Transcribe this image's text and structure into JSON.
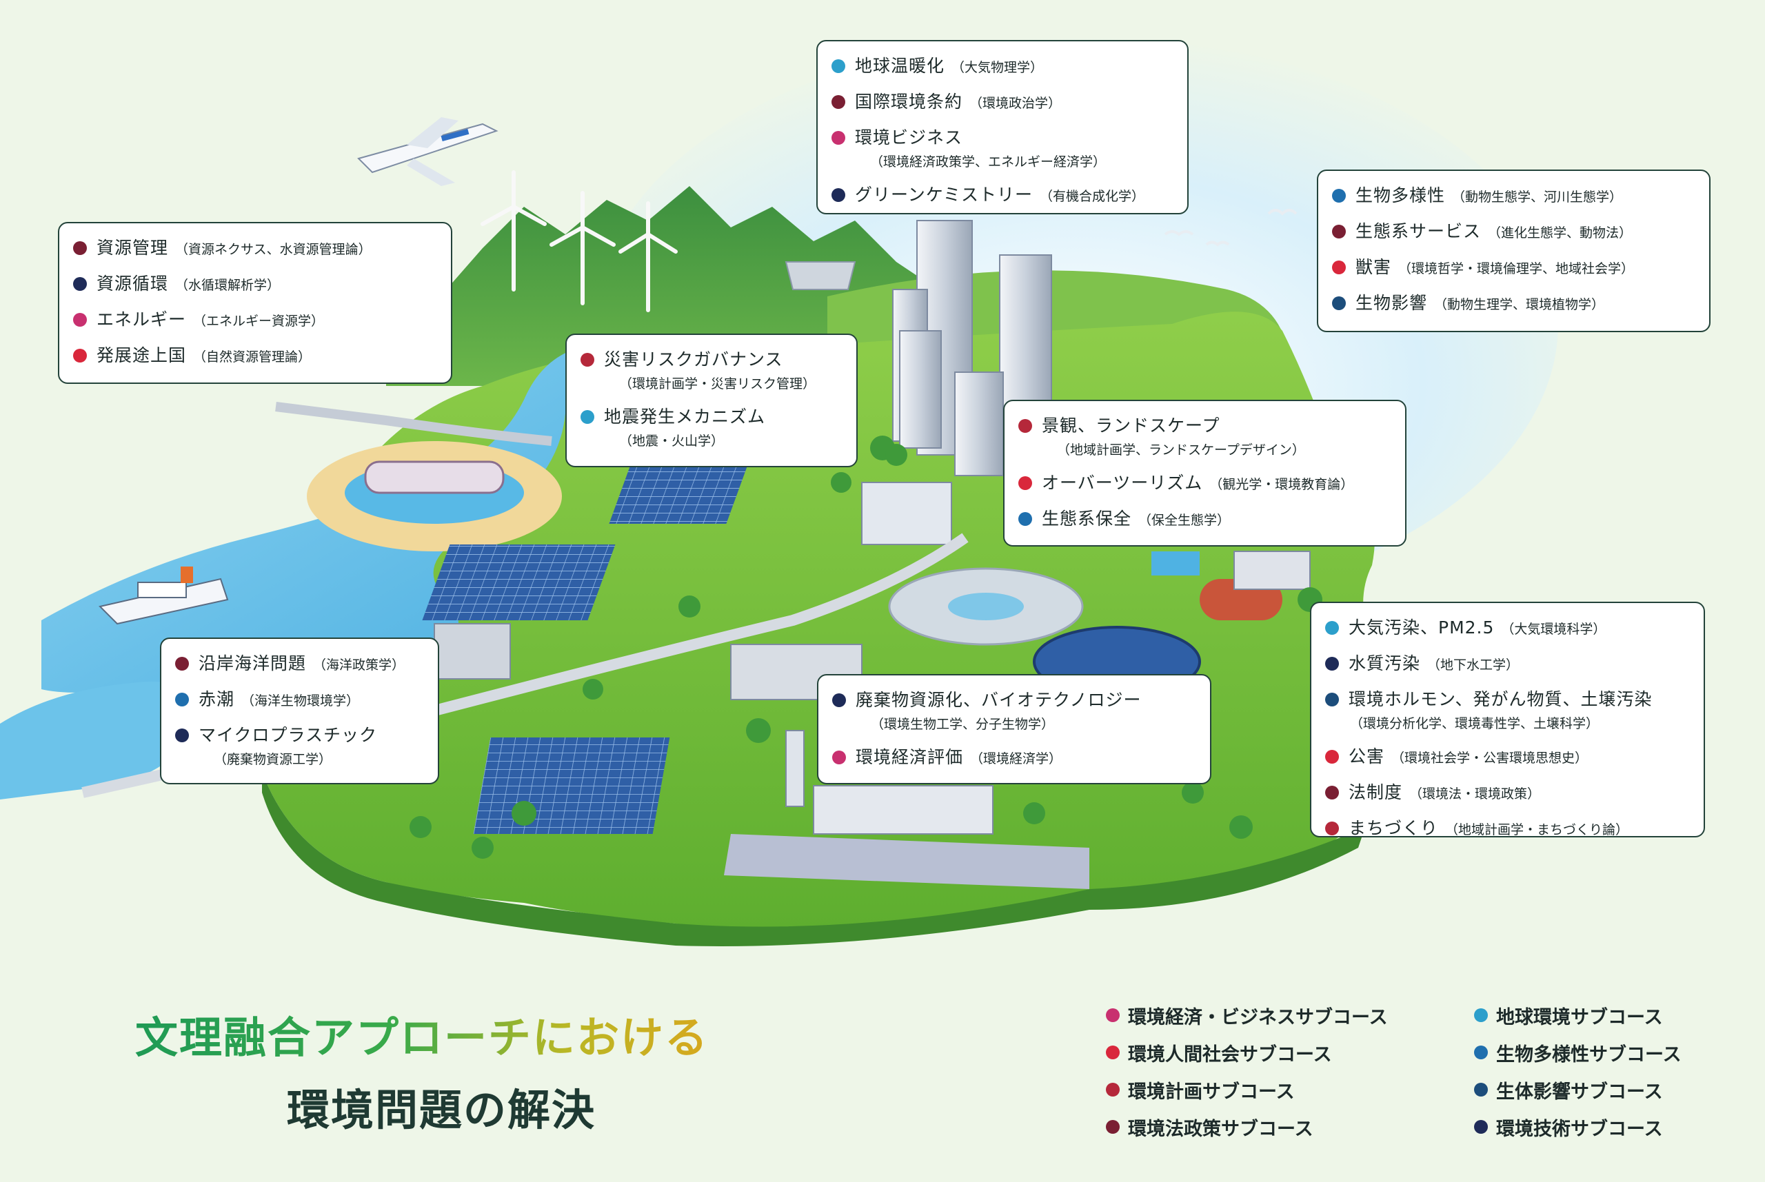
{
  "colors": {
    "economy_business": "#c8306f",
    "human_society": "#d9273b",
    "planning": "#b5283a",
    "law_policy": "#7a1f33",
    "global_environment": "#2c9fcb",
    "biodiversity": "#1f6fae",
    "bio_impact": "#1c4d7b",
    "technology": "#1e2b58"
  },
  "callouts": {
    "global": {
      "items": [
        {
          "topic": "地球温暖化",
          "field": "（大気物理学）",
          "color": "#2c9fcb"
        },
        {
          "topic": "国際環境条約",
          "field": "（環境政治学）",
          "color": "#7a1f33"
        },
        {
          "topic": "環境ビジネス",
          "field": "（環境経済政策学、エネルギー経済学）",
          "color": "#c8306f"
        },
        {
          "topic": "グリーンケミストリー",
          "field": "（有機合成化学）",
          "color": "#1e2b58"
        }
      ]
    },
    "resources": {
      "items": [
        {
          "topic": "資源管理",
          "field": "（資源ネクサス、水資源管理論）",
          "color": "#7a1f33"
        },
        {
          "topic": "資源循環",
          "field": "（水循環解析学）",
          "color": "#1e2b58"
        },
        {
          "topic": "エネルギー",
          "field": "（エネルギー資源学）",
          "color": "#c8306f"
        },
        {
          "topic": "発展途上国",
          "field": "（自然資源管理論）",
          "color": "#d9273b"
        }
      ]
    },
    "biodiversity": {
      "items": [
        {
          "topic": "生物多様性",
          "field": "（動物生態学、河川生態学）",
          "color": "#1f6fae"
        },
        {
          "topic": "生態系サービス",
          "field": "（進化生態学、動物法）",
          "color": "#7a1f33"
        },
        {
          "topic": "獣害",
          "field": "（環境哲学・環境倫理学、地域社会学）",
          "color": "#d9273b"
        },
        {
          "topic": "生物影響",
          "field": "（動物生理学、環境植物学）",
          "color": "#1c4d7b"
        }
      ]
    },
    "disaster": {
      "items": [
        {
          "topic": "災害リスクガバナンス",
          "field": "（環境計画学・災害リスク管理）",
          "color": "#b5283a"
        },
        {
          "topic": "地震発生メカニズム",
          "field": "（地震・火山学）",
          "color": "#2c9fcb"
        }
      ]
    },
    "landscape": {
      "items": [
        {
          "topic": "景観、ランドスケープ",
          "field": "（地域計画学、ランドスケープデザイン）",
          "color": "#b5283a"
        },
        {
          "topic": "オーバーツーリズム",
          "field": "（観光学・環境教育論）",
          "color": "#d9273b"
        },
        {
          "topic": "生態系保全",
          "field": "（保全生態学）",
          "color": "#1f6fae"
        }
      ]
    },
    "coastal": {
      "items": [
        {
          "topic": "沿岸海洋問題",
          "field": "（海洋政策学）",
          "color": "#7a1f33"
        },
        {
          "topic": "赤潮",
          "field": "（海洋生物環境学）",
          "color": "#1f6fae"
        },
        {
          "topic": "マイクロプラスチック",
          "field": "（廃棄物資源工学）",
          "color": "#1e2b58"
        }
      ]
    },
    "waste": {
      "items": [
        {
          "topic": "廃棄物資源化、バイオテクノロジー",
          "field": "（環境生物工学、分子生物学）",
          "color": "#1e2b58"
        },
        {
          "topic": "環境経済評価",
          "field": "（環境経済学）",
          "color": "#c8306f"
        }
      ]
    },
    "pollution": {
      "items": [
        {
          "topic": "大気汚染、PM2.5",
          "field": "（大気環境科学）",
          "color": "#2c9fcb"
        },
        {
          "topic": "水質汚染",
          "field": "（地下水工学）",
          "color": "#1e2b58"
        },
        {
          "topic": "環境ホルモン、発がん物質、土壌汚染",
          "field": "（環境分析化学、環境毒性学、土壌科学）",
          "color": "#1c4d7b"
        },
        {
          "topic": "公害",
          "field": "（環境社会学・公害環境思想史）",
          "color": "#d9273b"
        },
        {
          "topic": "法制度",
          "field": "（環境法・環境政策）",
          "color": "#7a1f33"
        },
        {
          "topic": "まちづくり",
          "field": "（地域計画学・まちづくり論）",
          "color": "#b5283a"
        }
      ]
    }
  },
  "title": {
    "line1": "文理融合アプローチにおける",
    "line2": "環境問題の解決"
  },
  "legend": {
    "left": [
      {
        "label": "環境経済・ビジネスサブコース",
        "color": "#c8306f"
      },
      {
        "label": "環境人間社会サブコース",
        "color": "#d9273b"
      },
      {
        "label": "環境計画サブコース",
        "color": "#b5283a"
      },
      {
        "label": "環境法政策サブコース",
        "color": "#7a1f33"
      }
    ],
    "right": [
      {
        "label": "地球環境サブコース",
        "color": "#2c9fcb"
      },
      {
        "label": "生物多様性サブコース",
        "color": "#1f6fae"
      },
      {
        "label": "生体影響サブコース",
        "color": "#1c4d7b"
      },
      {
        "label": "環境技術サブコース",
        "color": "#1e2b58"
      }
    ]
  }
}
